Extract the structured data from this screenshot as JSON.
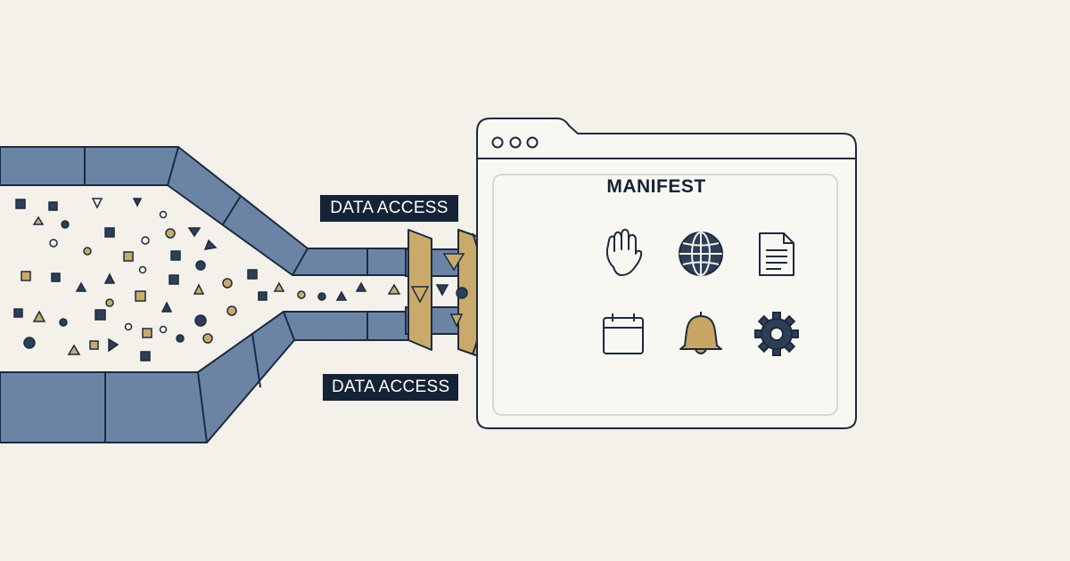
{
  "labels": {
    "top": "DATA ACCESS",
    "bottom": "DATA ACCESS"
  },
  "manifest": {
    "title": "MANIFEST",
    "icons": [
      "hand-icon",
      "globe-icon",
      "document-icon",
      "calendar-icon",
      "bell-icon",
      "gear-icon"
    ]
  },
  "colors": {
    "background": "#f3f1ea",
    "pipe": "#6b84a6",
    "ink": "#1d2a3e",
    "filter_gold": "#c9aa6a",
    "filter_gray": "#c3cad6",
    "label_bg": "#142336",
    "bell": "#c9a566"
  }
}
